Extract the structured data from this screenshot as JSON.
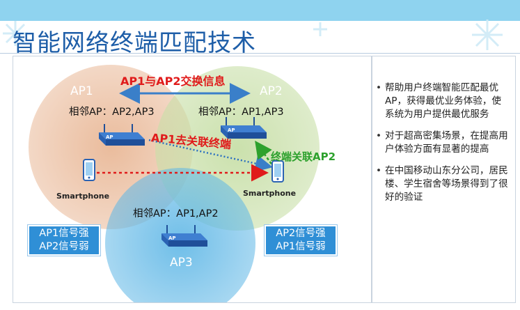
{
  "slide": {
    "title": "智能网络终端匹配技术"
  },
  "diagram": {
    "exchange_label": "AP1与AP2交换信息",
    "disassociate_label": "AP1去关联终端",
    "associate_label": "终端关联AP2",
    "ap1": {
      "label": "AP1",
      "neighbors": "相邻AP：AP2,AP3"
    },
    "ap2": {
      "label": "AP2",
      "neighbors": "相邻AP：AP1,AP3"
    },
    "ap3": {
      "label": "AP3",
      "neighbors": "相邻AP：AP1,AP2"
    },
    "device_tag": "AP",
    "phone_left": {
      "label": "Smartphone"
    },
    "phone_right": {
      "label": "Smartphone"
    },
    "signal_left": {
      "line1": "AP1信号强",
      "line2": "AP2信号弱"
    },
    "signal_right": {
      "line1": "AP2信号强",
      "line2": "AP1信号弱"
    },
    "colors": {
      "ap1_circle": "#e9b897",
      "ap2_circle": "#c8dfa8",
      "ap3_circle": "#5fb7e6",
      "exchange_arrow": "#3a7fc9",
      "red_arrow": "#e01b1b",
      "green_arrow": "#2da12d",
      "signal_box": "#2f8fd6"
    }
  },
  "bullets": [
    "帮助用户终端智能匹配最优AP，获得最优业务体验，使系统为用户提供最优服务",
    "对于超高密集场景，在提高用户体验方面有显著的提高",
    "在中国移动山东分公司，居民楼、学生宿舍等场景得到了很好的验证"
  ]
}
